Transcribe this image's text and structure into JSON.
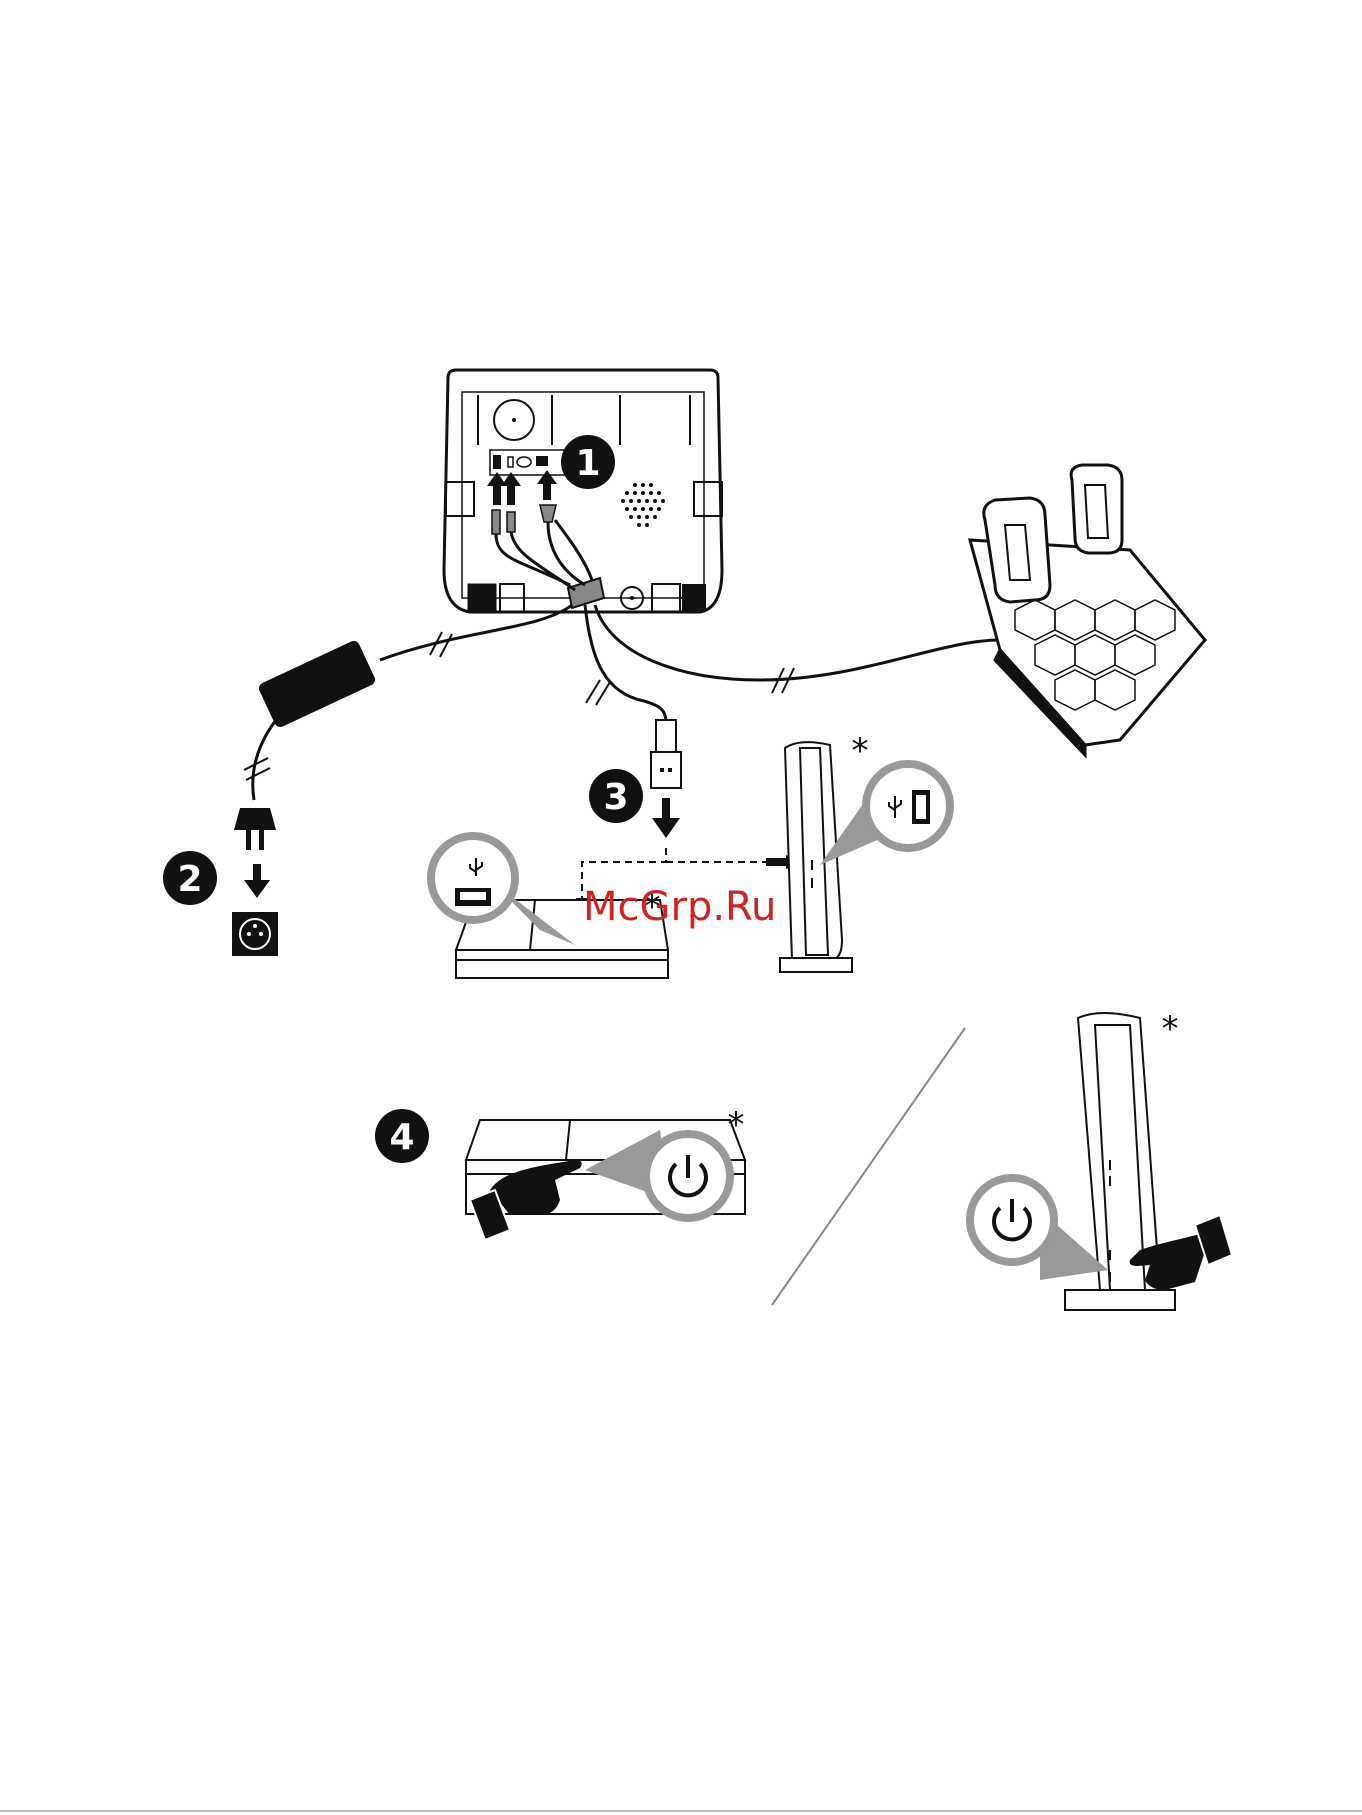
{
  "steps": [
    {
      "label": "1"
    },
    {
      "label": "2"
    },
    {
      "label": "3"
    },
    {
      "label": "4"
    }
  ],
  "footnote_marks": [
    "*",
    "*",
    "*",
    "*"
  ],
  "watermark": "McGrp.Ru",
  "icons": [
    "usb-icon",
    "power-icon",
    "outlet-icon",
    "plug-icon",
    "hand-pointer-icon"
  ],
  "colors": {
    "ink": "#111111",
    "watermark": "#d42020",
    "callout_grey": "#999999"
  }
}
